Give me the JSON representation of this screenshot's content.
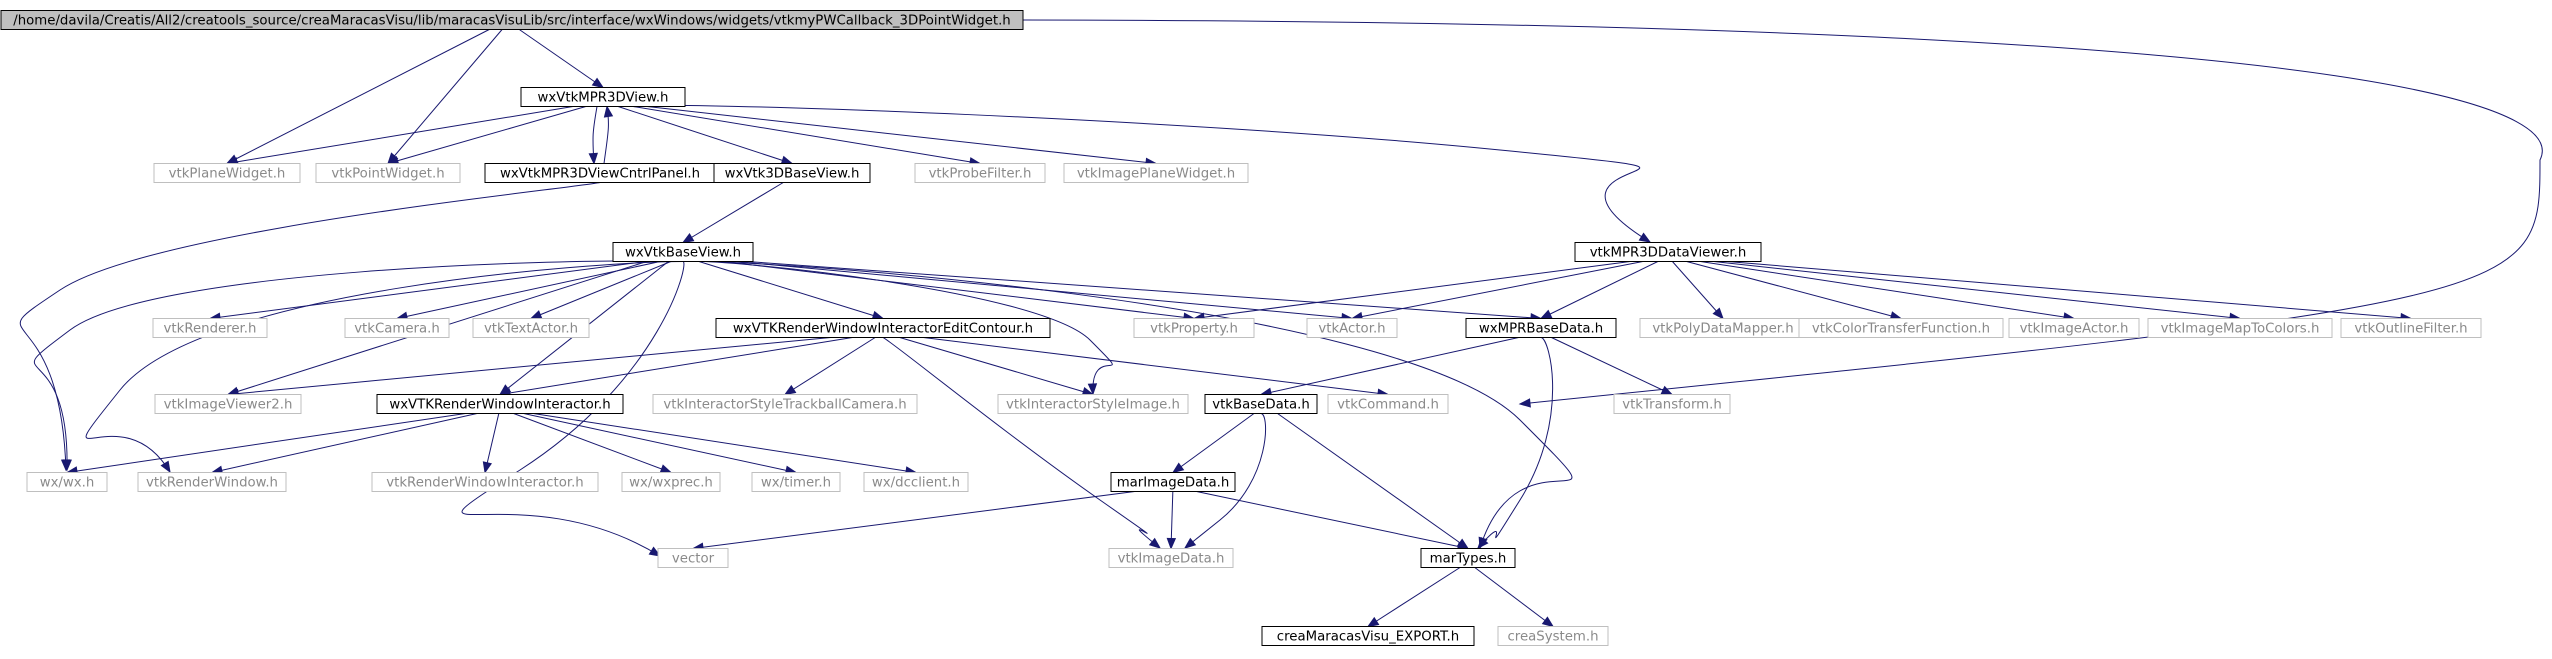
{
  "colors": {
    "edge": "#191970",
    "documented_border": "#000000",
    "external_border": "#bfbfbf",
    "external_text": "#8a8a8a",
    "root_fill": "#bfbfbf"
  },
  "nodes": [
    {
      "id": "root",
      "label": "/home/davila/Creatis/All2/creatools_source/creaMaracasVisu/lib/maracasVisuLib/src/interface/wxWindows/widgets/vtkmyPWCallback_3DPointWidget.h",
      "kind": "root"
    },
    {
      "id": "mpr3dview",
      "label": "wxVtkMPR3DView.h",
      "kind": "documented"
    },
    {
      "id": "vtkplanewidget",
      "label": "vtkPlaneWidget.h",
      "kind": "external"
    },
    {
      "id": "vtkpointwidget",
      "label": "vtkPointWidget.h",
      "kind": "external"
    },
    {
      "id": "cntrlpanel",
      "label": "wxVtkMPR3DViewCntrlPanel.h",
      "kind": "documented"
    },
    {
      "id": "vtk3dbaseview",
      "label": "wxVtk3DBaseView.h",
      "kind": "documented"
    },
    {
      "id": "vtkprobefilter",
      "label": "vtkProbeFilter.h",
      "kind": "external"
    },
    {
      "id": "vtkimageplanewidget",
      "label": "vtkImagePlaneWidget.h",
      "kind": "external"
    },
    {
      "id": "vtkbaseview",
      "label": "wxVtkBaseView.h",
      "kind": "documented"
    },
    {
      "id": "mpr3ddataviewer",
      "label": "vtkMPR3DDataViewer.h",
      "kind": "documented"
    },
    {
      "id": "vtkrenderer",
      "label": "vtkRenderer.h",
      "kind": "external"
    },
    {
      "id": "vtkcamera",
      "label": "vtkCamera.h",
      "kind": "external"
    },
    {
      "id": "vtktextactor",
      "label": "vtkTextActor.h",
      "kind": "external"
    },
    {
      "id": "editcontour",
      "label": "wxVTKRenderWindowInteractorEditContour.h",
      "kind": "documented"
    },
    {
      "id": "vtkproperty",
      "label": "vtkProperty.h",
      "kind": "external"
    },
    {
      "id": "vtkactor",
      "label": "vtkActor.h",
      "kind": "external"
    },
    {
      "id": "mprbasedata",
      "label": "wxMPRBaseData.h",
      "kind": "documented"
    },
    {
      "id": "vtkpolydatamapper",
      "label": "vtkPolyDataMapper.h",
      "kind": "external"
    },
    {
      "id": "vtkcolortransfer",
      "label": "vtkColorTransferFunction.h",
      "kind": "external"
    },
    {
      "id": "vtkimageactor",
      "label": "vtkImageActor.h",
      "kind": "external"
    },
    {
      "id": "vtkimagemaptocolors",
      "label": "vtkImageMapToColors.h",
      "kind": "external"
    },
    {
      "id": "vtkoutlinefilter",
      "label": "vtkOutlineFilter.h",
      "kind": "external"
    },
    {
      "id": "vtkimageviewer2",
      "label": "vtkImageViewer2.h",
      "kind": "external"
    },
    {
      "id": "rwi",
      "label": "wxVTKRenderWindowInteractor.h",
      "kind": "documented"
    },
    {
      "id": "trackballcamera",
      "label": "vtkInteractorStyleTrackballCamera.h",
      "kind": "external"
    },
    {
      "id": "styleimage",
      "label": "vtkInteractorStyleImage.h",
      "kind": "external"
    },
    {
      "id": "vtkcommand",
      "label": "vtkCommand.h",
      "kind": "external"
    },
    {
      "id": "vtkbasedata",
      "label": "vtkBaseData.h",
      "kind": "documented"
    },
    {
      "id": "vtktransform",
      "label": "vtkTransform.h",
      "kind": "external"
    },
    {
      "id": "wxwx",
      "label": "wx/wx.h",
      "kind": "external"
    },
    {
      "id": "vtkrenderwindow",
      "label": "vtkRenderWindow.h",
      "kind": "external"
    },
    {
      "id": "vtkrwi",
      "label": "vtkRenderWindowInteractor.h",
      "kind": "external"
    },
    {
      "id": "wxprec",
      "label": "wx/wxprec.h",
      "kind": "external"
    },
    {
      "id": "wxtimer",
      "label": "wx/timer.h",
      "kind": "external"
    },
    {
      "id": "dcclient",
      "label": "wx/dcclient.h",
      "kind": "external"
    },
    {
      "id": "marimagedata",
      "label": "marImageData.h",
      "kind": "documented"
    },
    {
      "id": "vector",
      "label": "vector",
      "kind": "external"
    },
    {
      "id": "vtkimagedata",
      "label": "vtkImageData.h",
      "kind": "external"
    },
    {
      "id": "martypes",
      "label": "marTypes.h",
      "kind": "documented"
    },
    {
      "id": "export",
      "label": "creaMaracasVisu_EXPORT.h",
      "kind": "documented"
    },
    {
      "id": "creasystem",
      "label": "creaSystem.h",
      "kind": "external"
    }
  ],
  "edges": [
    {
      "from": "root",
      "to": "mpr3dview"
    },
    {
      "from": "root",
      "to": "vtkplanewidget"
    },
    {
      "from": "root",
      "to": "vtkpointwidget"
    },
    {
      "from": "root",
      "to": "vtkcommand"
    },
    {
      "from": "mpr3dview",
      "to": "vtkplanewidget"
    },
    {
      "from": "mpr3dview",
      "to": "vtkpointwidget"
    },
    {
      "from": "mpr3dview",
      "to": "cntrlpanel"
    },
    {
      "from": "mpr3dview",
      "to": "vtk3dbaseview"
    },
    {
      "from": "mpr3dview",
      "to": "vtkprobefilter"
    },
    {
      "from": "mpr3dview",
      "to": "vtkimageplanewidget"
    },
    {
      "from": "mpr3dview",
      "to": "mpr3ddataviewer"
    },
    {
      "from": "cntrlpanel",
      "to": "mpr3dview"
    },
    {
      "from": "cntrlpanel",
      "to": "wxwx"
    },
    {
      "from": "vtk3dbaseview",
      "to": "vtkbaseview"
    },
    {
      "from": "vtkbaseview",
      "to": "vtkrenderer"
    },
    {
      "from": "vtkbaseview",
      "to": "vtkcamera"
    },
    {
      "from": "vtkbaseview",
      "to": "vtktextactor"
    },
    {
      "from": "vtkbaseview",
      "to": "editcontour"
    },
    {
      "from": "vtkbaseview",
      "to": "vtkproperty"
    },
    {
      "from": "vtkbaseview",
      "to": "vtkactor"
    },
    {
      "from": "vtkbaseview",
      "to": "mprbasedata"
    },
    {
      "from": "vtkbaseview",
      "to": "vtkimageviewer2"
    },
    {
      "from": "vtkbaseview",
      "to": "rwi"
    },
    {
      "from": "vtkbaseview",
      "to": "styleimage"
    },
    {
      "from": "vtkbaseview",
      "to": "wxwx"
    },
    {
      "from": "vtkbaseview",
      "to": "vtkrenderwindow"
    },
    {
      "from": "vtkbaseview",
      "to": "vector"
    },
    {
      "from": "vtkbaseview",
      "to": "martypes"
    },
    {
      "from": "mpr3ddataviewer",
      "to": "vtkproperty"
    },
    {
      "from": "mpr3ddataviewer",
      "to": "vtkactor"
    },
    {
      "from": "mpr3ddataviewer",
      "to": "mprbasedata"
    },
    {
      "from": "mpr3ddataviewer",
      "to": "vtkpolydatamapper"
    },
    {
      "from": "mpr3ddataviewer",
      "to": "vtkcolortransfer"
    },
    {
      "from": "mpr3ddataviewer",
      "to": "vtkimageactor"
    },
    {
      "from": "mpr3ddataviewer",
      "to": "vtkimagemaptocolors"
    },
    {
      "from": "mpr3ddataviewer",
      "to": "vtkoutlinefilter"
    },
    {
      "from": "editcontour",
      "to": "vtkimageviewer2"
    },
    {
      "from": "editcontour",
      "to": "rwi"
    },
    {
      "from": "editcontour",
      "to": "trackballcamera"
    },
    {
      "from": "editcontour",
      "to": "styleimage"
    },
    {
      "from": "editcontour",
      "to": "vtkcommand"
    },
    {
      "from": "editcontour",
      "to": "vtkimagedata"
    },
    {
      "from": "mprbasedata",
      "to": "vtkbasedata"
    },
    {
      "from": "mprbasedata",
      "to": "vtktransform"
    },
    {
      "from": "mprbasedata",
      "to": "martypes"
    },
    {
      "from": "rwi",
      "to": "wxwx"
    },
    {
      "from": "rwi",
      "to": "vtkrenderwindow"
    },
    {
      "from": "rwi",
      "to": "vtkrwi"
    },
    {
      "from": "rwi",
      "to": "wxprec"
    },
    {
      "from": "rwi",
      "to": "wxtimer"
    },
    {
      "from": "rwi",
      "to": "dcclient"
    },
    {
      "from": "vtkbasedata",
      "to": "marimagedata"
    },
    {
      "from": "vtkbasedata",
      "to": "vtkimagedata"
    },
    {
      "from": "vtkbasedata",
      "to": "martypes"
    },
    {
      "from": "marimagedata",
      "to": "vector"
    },
    {
      "from": "marimagedata",
      "to": "vtkimagedata"
    },
    {
      "from": "marimagedata",
      "to": "martypes"
    },
    {
      "from": "martypes",
      "to": "export"
    },
    {
      "from": "martypes",
      "to": "creasystem"
    }
  ]
}
